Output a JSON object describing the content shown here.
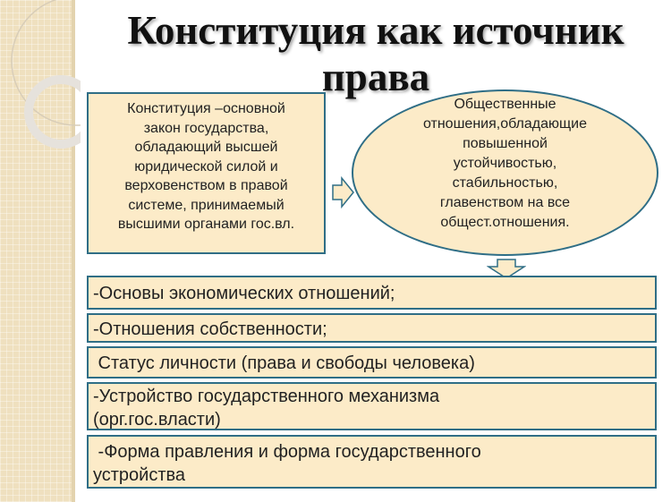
{
  "title": {
    "line1": "Конституция как источник",
    "line2": "права"
  },
  "definition_box": {
    "lines": [
      "Конституция –основной",
      "закон государства,",
      "обладающий высшей",
      "юридической силой и",
      "верховенством в правой",
      "системе, принимаемый",
      "высшими органами гос.вл."
    ]
  },
  "ellipse": {
    "lines": [
      "Общественные",
      "отношения,обладающие",
      "повышенной",
      "устойчивостью,",
      "стабильностью,",
      "главенством на все",
      "общест.отношения."
    ]
  },
  "items": [
    {
      "lines": [
        "-Основы экономических отношений;"
      ]
    },
    {
      "lines": [
        "-Отношения собственности;"
      ]
    },
    {
      "lines": [
        " Статус личности (права и свободы человека)"
      ]
    },
    {
      "lines": [
        "-Устройство государственного механизма",
        "(орг.гос.власти)"
      ]
    },
    {
      "lines": [
        " -Форма правления и форма государственного",
        "устройства"
      ]
    }
  ],
  "colors": {
    "fill": "#fcebc8",
    "border": "#2f6e86",
    "sidebar": "#efe0bf"
  }
}
